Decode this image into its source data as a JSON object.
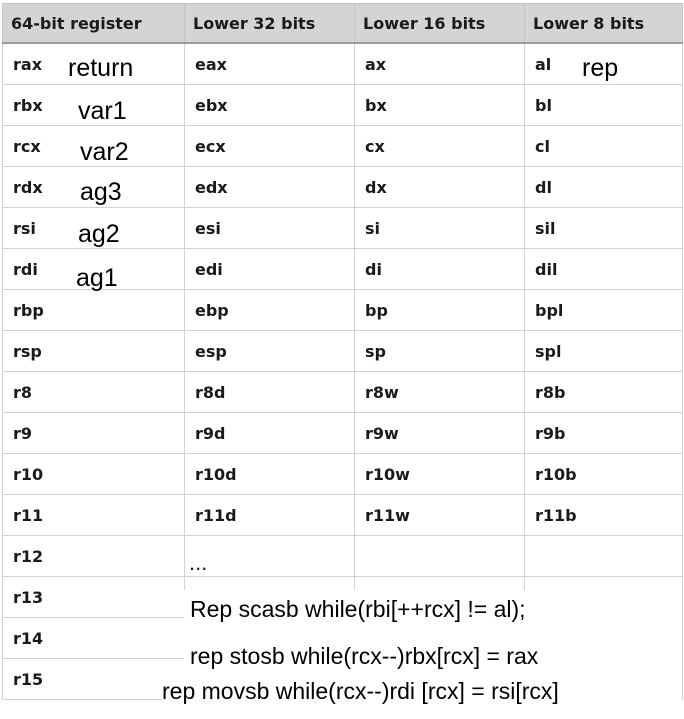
{
  "table": {
    "headers": [
      "64-bit register",
      "Lower 32 bits",
      "Lower 16 bits",
      "Lower 8 bits"
    ],
    "rows": [
      [
        "rax",
        "eax",
        "ax",
        "al"
      ],
      [
        "rbx",
        "ebx",
        "bx",
        "bl"
      ],
      [
        "rcx",
        "ecx",
        "cx",
        "cl"
      ],
      [
        "rdx",
        "edx",
        "dx",
        "dl"
      ],
      [
        "rsi",
        "esi",
        "si",
        "sil"
      ],
      [
        "rdi",
        "edi",
        "di",
        "dil"
      ],
      [
        "rbp",
        "ebp",
        "bp",
        "bpl"
      ],
      [
        "rsp",
        "esp",
        "sp",
        "spl"
      ],
      [
        "r8",
        "r8d",
        "r8w",
        "r8b"
      ],
      [
        "r9",
        "r9d",
        "r9w",
        "r9b"
      ],
      [
        "r10",
        "r10d",
        "r10w",
        "r10b"
      ],
      [
        "r11",
        "r11d",
        "r11w",
        "r11b"
      ],
      [
        "r12",
        "...",
        "",
        ""
      ],
      [
        "r13",
        "",
        "",
        ""
      ],
      [
        "r14",
        "",
        "",
        ""
      ],
      [
        "r15",
        "",
        "",
        ""
      ]
    ]
  },
  "notes": {
    "rax": "return",
    "al": "rep",
    "rbx": "var1",
    "rcx": "var2",
    "rdx": "ag3",
    "rsi": "ag2",
    "rdi": "ag1"
  },
  "code_lines": [
    "Rep scasb while(rbi[++rcx] !=  al);",
    "rep stosb   while(rcx--)rbx[rcx] = rax",
    "rep movsb  while(rcx--)rdi [rcx] = rsi[rcx]"
  ]
}
